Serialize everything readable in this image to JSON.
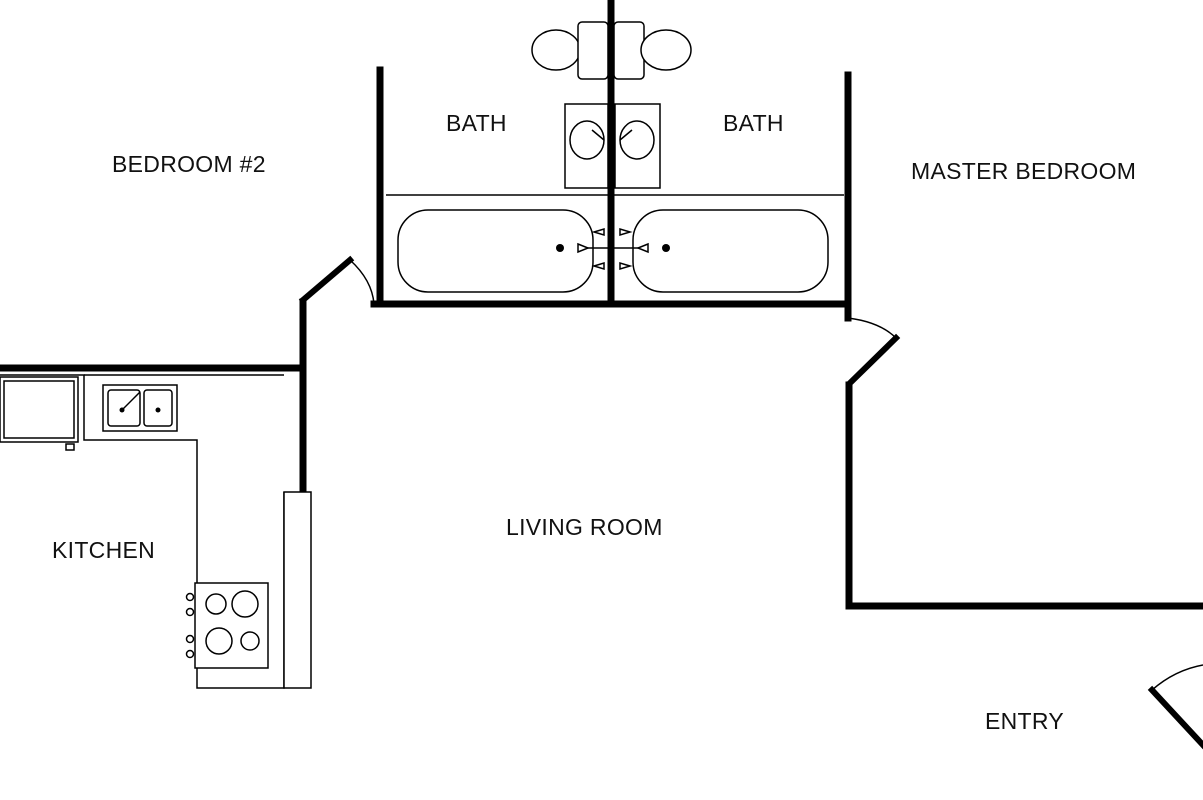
{
  "rooms": {
    "bedroom2": "BEDROOM #2",
    "bath_left": "BATH",
    "bath_right": "BATH",
    "master_bedroom": "MASTER BEDROOM",
    "kitchen": "KITCHEN",
    "living_room": "LIVING ROOM",
    "entry": "ENTRY"
  }
}
